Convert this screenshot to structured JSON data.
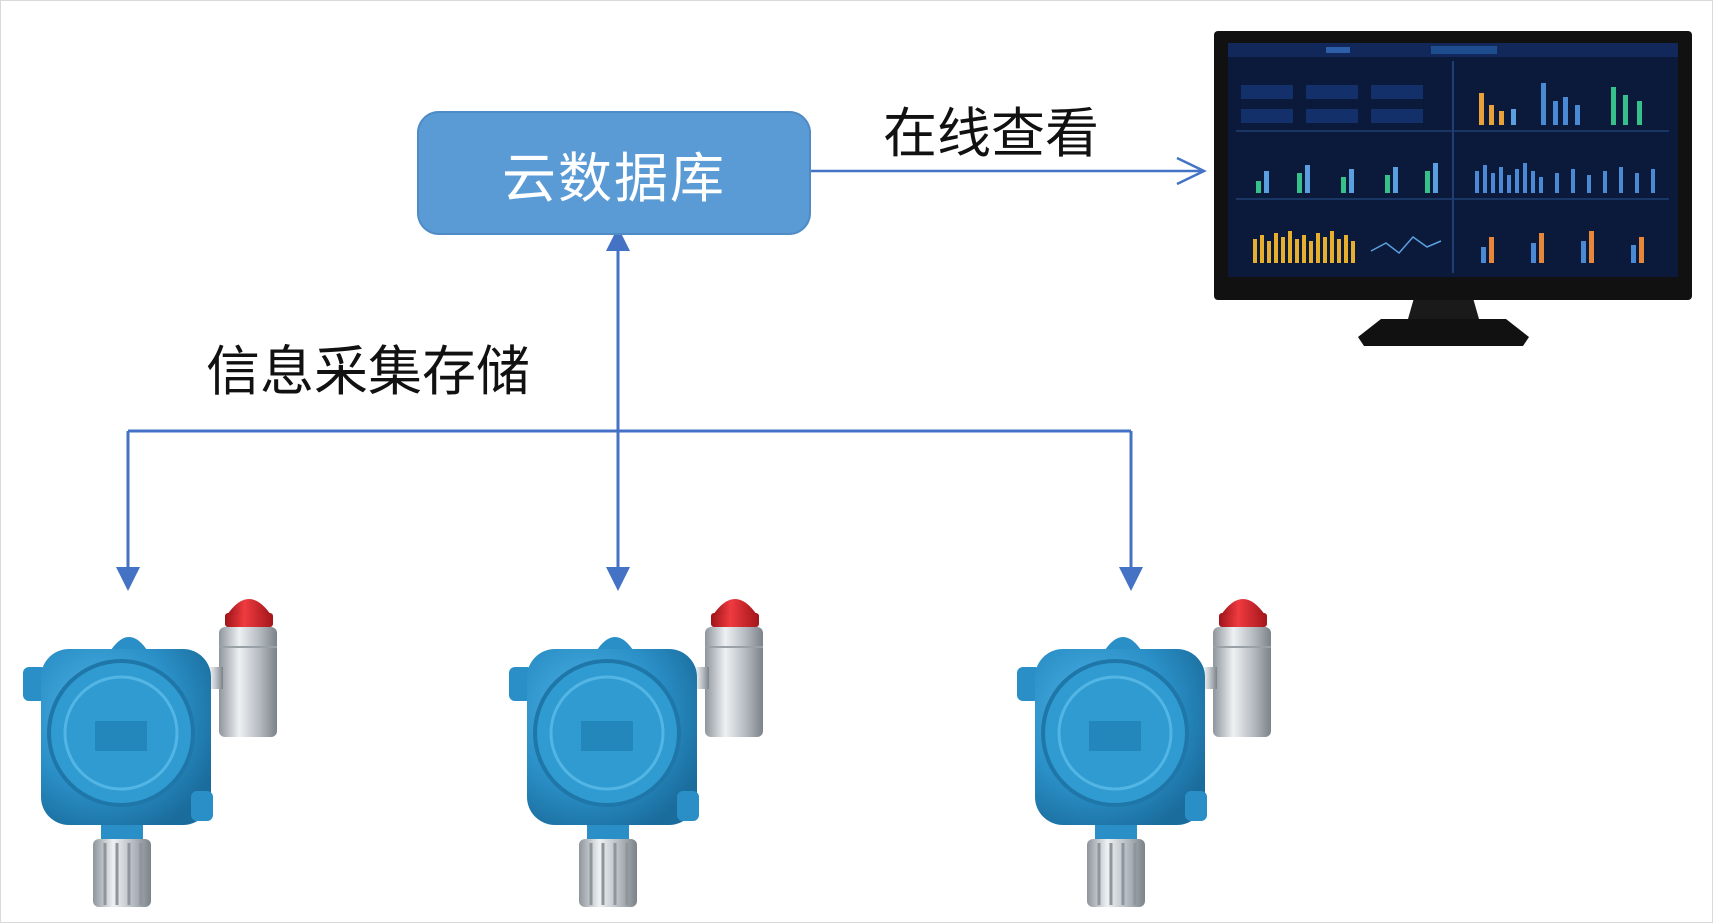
{
  "cloud_database": {
    "label": "云数据库"
  },
  "labels": {
    "online_view": "在线查看",
    "collect_store": "信息采集存储"
  },
  "detectors": [
    {
      "name": "gas-detector-1"
    },
    {
      "name": "gas-detector-2"
    },
    {
      "name": "gas-detector-3"
    }
  ],
  "monitor": {
    "description_icon": "monitor-dashboard-icon"
  },
  "colors": {
    "box_fill": "#5b9bd5",
    "connector": "#4472c4",
    "detector_body": "#2a8fc6",
    "alarm_red": "#d9262c",
    "monitor_frame": "#111111",
    "dashboard_bg": "#0b1a3a"
  }
}
